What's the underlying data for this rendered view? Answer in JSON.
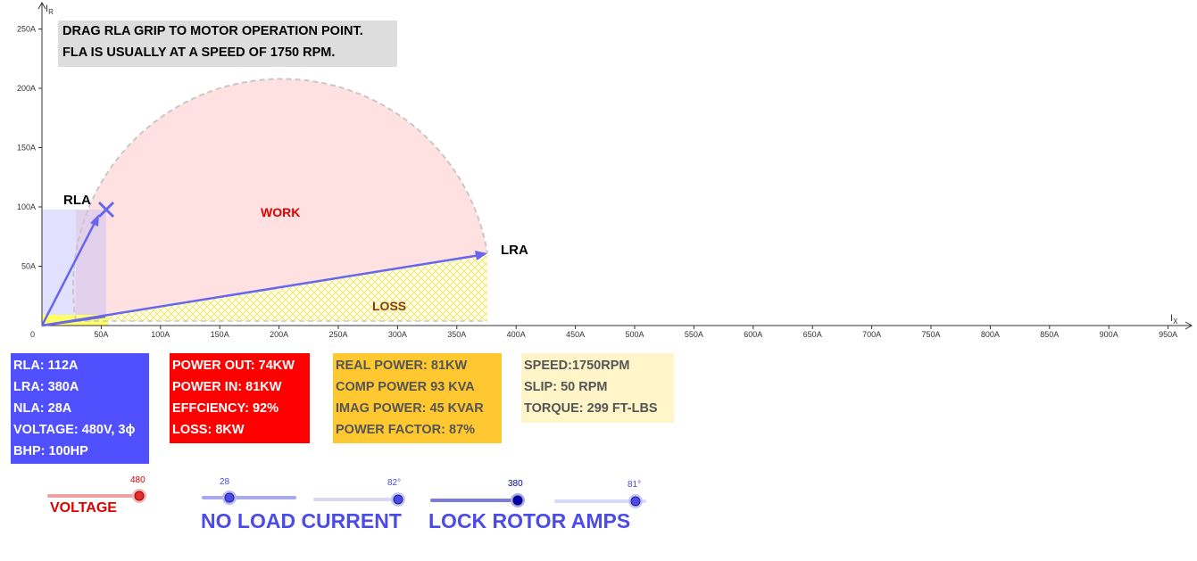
{
  "instructions": {
    "line1": "DRAG RLA GRIP TO MOTOR OPERATION POINT.",
    "line2": "FLA IS USUALLY AT A SPEED OF 1750 RPM."
  },
  "axes": {
    "y_label": "I",
    "y_label_sub": "R",
    "x_label": "I",
    "x_label_sub": "X",
    "origin_label": "0",
    "x_ticks": [
      "50A",
      "100A",
      "150A",
      "200A",
      "250A",
      "300A",
      "350A",
      "400A",
      "450A",
      "500A",
      "550A",
      "600A",
      "650A",
      "700A",
      "750A",
      "800A",
      "850A",
      "900A",
      "950A"
    ],
    "y_ticks": [
      "50A",
      "100A",
      "150A",
      "200A",
      "250A"
    ]
  },
  "diagram": {
    "rla_label": "RLA",
    "lra_label": "LRA",
    "work_label": "WORK",
    "loss_label": "LOSS",
    "rla_point": [
      54,
      98
    ],
    "lra_point": [
      375,
      60
    ],
    "nla_point": [
      28,
      0
    ],
    "colors": {
      "work_fill": "#ffe1e1",
      "rla_box": "#dcdcff",
      "vector": "#6666ee",
      "loss_hatch": "#f0e860",
      "yellow_box": "#ffff66",
      "work_text": "#e00000",
      "loss_text": "#8b3a00"
    }
  },
  "motor": {
    "rla": "RLA: 112A",
    "lra": "LRA: 380A",
    "nla": "NLA: 28A",
    "voltage": "VOLTAGE: 480V, 3ϕ",
    "bhp": "BHP: 100HP"
  },
  "power": {
    "power_out": "POWER OUT: 74KW",
    "power_in": "POWER IN: 81KW",
    "efficiency": "EFFCIENCY: 92%",
    "loss": "LOSS: 8KW"
  },
  "complex_power": {
    "real": "REAL POWER: 81KW",
    "comp": "COMP POWER 93 KVA",
    "imag": "IMAG POWER: 45 KVAR",
    "pf": "POWER FACTOR: 87%"
  },
  "speed": {
    "speed": "SPEED:1750RPM",
    "slip": "SLIP: 50 RPM",
    "torque": "TORQUE: 299 FT-LBS"
  },
  "sliders": {
    "voltage": {
      "value": "480",
      "label": "VOLTAGE",
      "fraction": 1.0,
      "color": "#e00000"
    },
    "no_load_current": {
      "value": "28",
      "fraction": 0.28,
      "color": "#4b4be8"
    },
    "nlc_angle": {
      "value": "82°",
      "fraction": 0.93,
      "color": "#4b4be8"
    },
    "lock_rotor_amps": {
      "value": "380",
      "fraction": 1.0,
      "color": "#0000a0"
    },
    "lra_angle": {
      "value": "81°",
      "fraction": 0.9,
      "color": "#4b4be8"
    },
    "nlc_caption": "NO LOAD CURRENT",
    "lra_caption": "LOCK ROTOR AMPS"
  }
}
